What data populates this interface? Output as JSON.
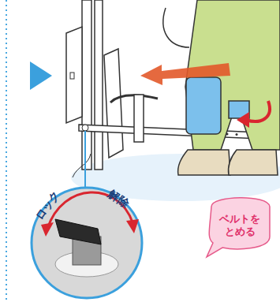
{
  "diagram": {
    "nodes": [
      {
        "text": [
          "ベルトを とめる"
        ]
      }
    ],
    "labels": [
      "ロック",
      "解除"
    ]
  }
}
